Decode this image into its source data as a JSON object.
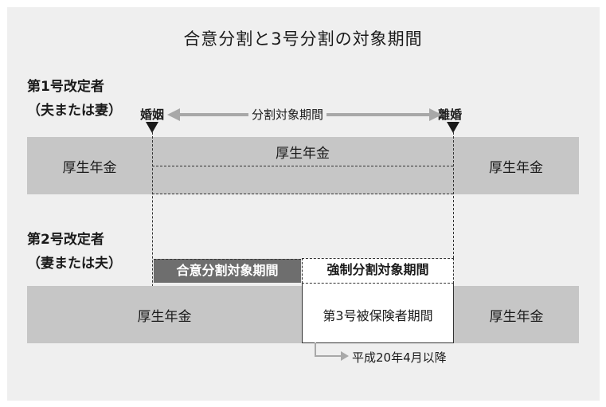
{
  "diagram": {
    "title": "合意分割と3号分割の対象期間",
    "person1": {
      "label_line1": "第1号改定者",
      "label_line2": "（夫または妻）"
    },
    "person2": {
      "label_line1": "第2号改定者",
      "label_line2": "（妻または夫）"
    },
    "events": {
      "marriage": "婚姻",
      "divorce": "離婚",
      "period": "分割対象期間"
    },
    "band1": {
      "left": "厚生年金",
      "middle": "厚生年金",
      "right": "厚生年金"
    },
    "band2": {
      "left": "厚生年金",
      "middle": "第3号被保険者期間",
      "right": "厚生年金"
    },
    "headers": {
      "agreement": "合意分割対象期間",
      "mandatory": "強制分割対象期間"
    },
    "indicator": "平成20年4月以降",
    "colors": {
      "panel_bg": "#efefef",
      "band_gray": "#c6c6c6",
      "agreement_header_bg": "#6e6e6e",
      "arrow_gray": "#a8a8a8"
    }
  }
}
